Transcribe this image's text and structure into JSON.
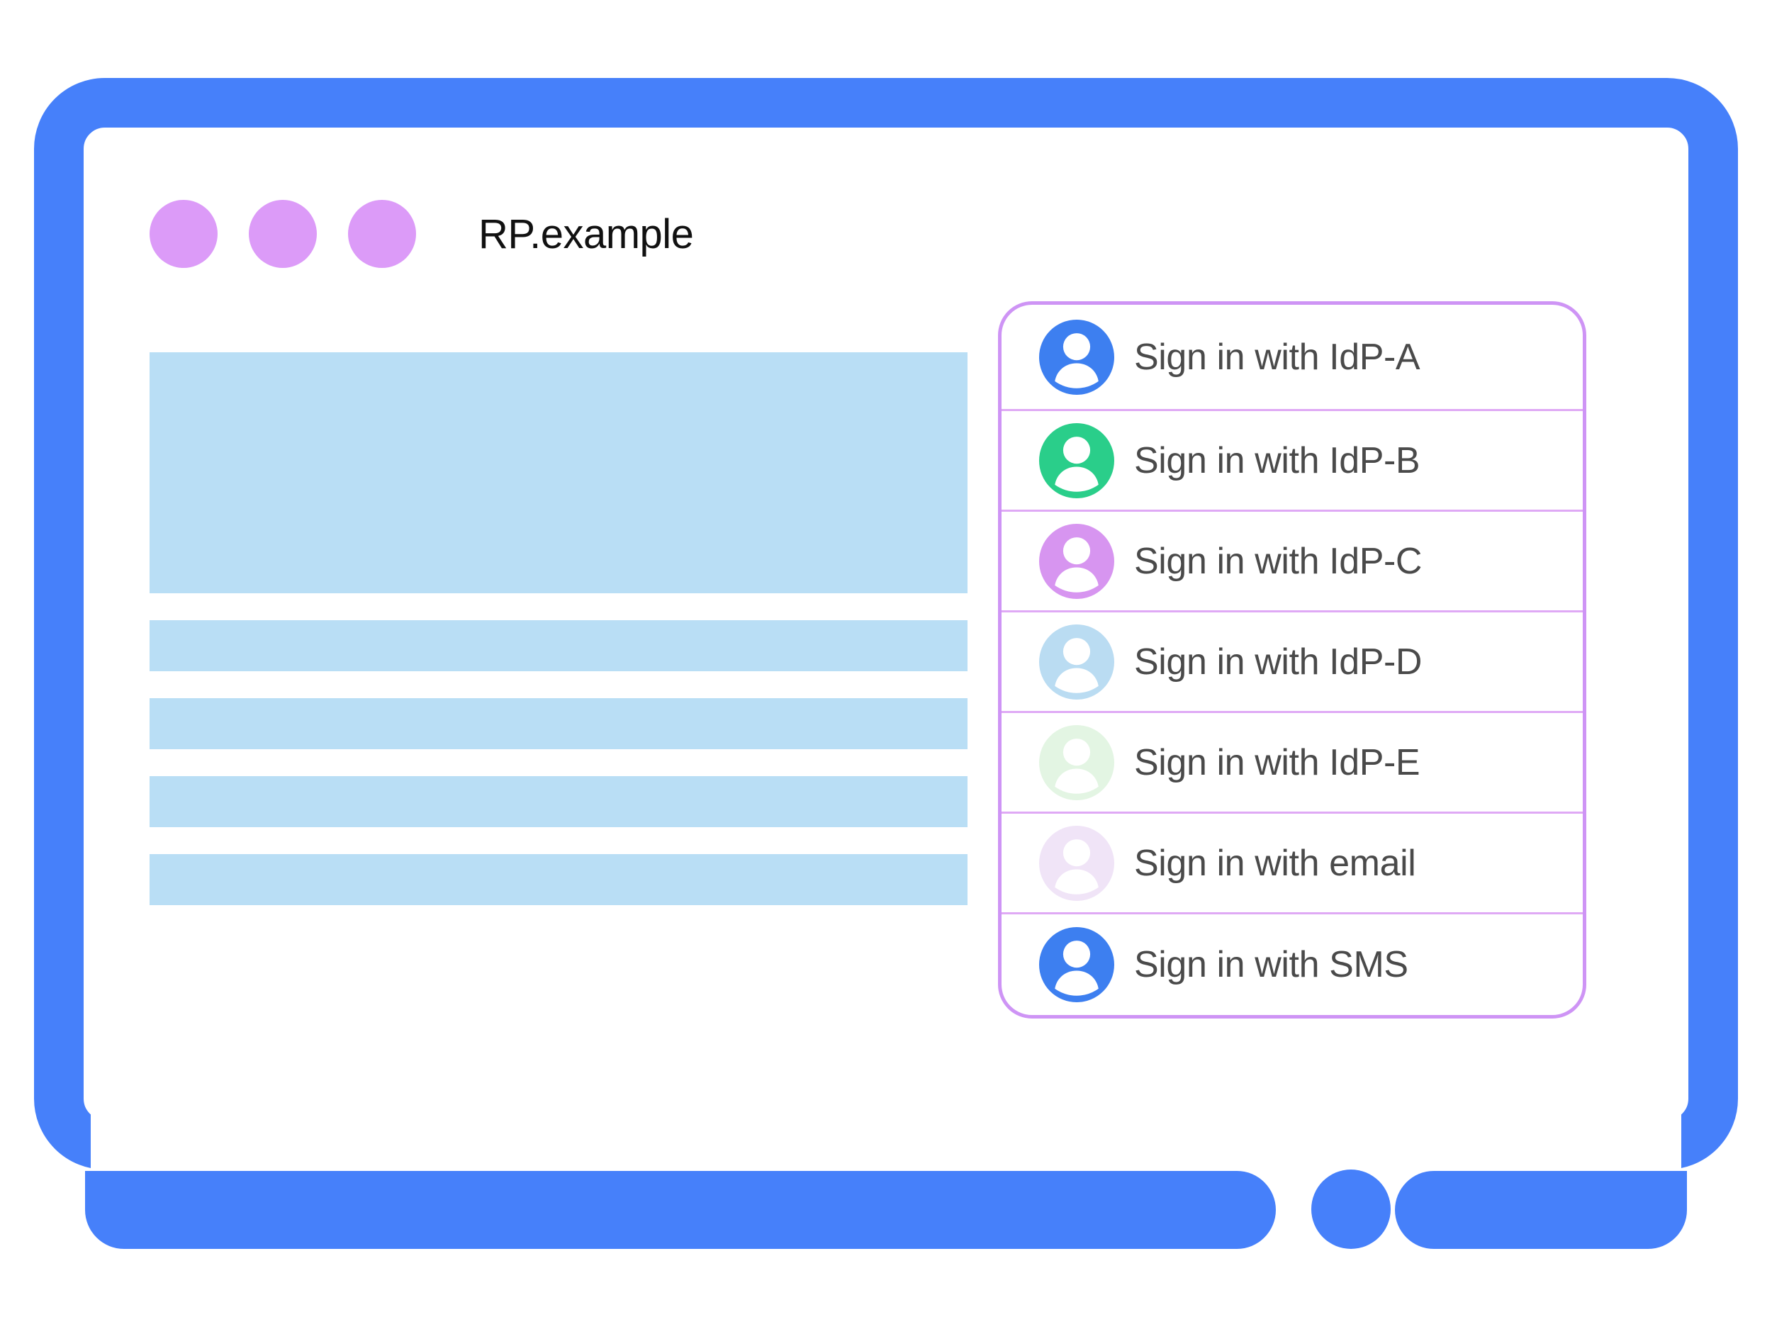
{
  "browser": {
    "window_title": "RP.example",
    "traffic_dots": [
      "dot-1",
      "dot-2",
      "dot-3"
    ],
    "dot_color": "#DC9BF8"
  },
  "device": {
    "bezel_color": "#4680FA",
    "home_button_icon": "home-button"
  },
  "content_placeholders": [
    {
      "name": "hero-block",
      "kind": "hero"
    },
    {
      "name": "text-line-1",
      "kind": "line"
    },
    {
      "name": "text-line-2",
      "kind": "line"
    },
    {
      "name": "text-line-3",
      "kind": "line"
    },
    {
      "name": "text-line-4",
      "kind": "line"
    }
  ],
  "content_placeholder_color": "#B9DEF5",
  "signin_panel": {
    "border_color": "#CE94F5",
    "divider_color": "#DFA9F5",
    "label_color": "#4A4A4A",
    "items": [
      {
        "label": "Sign in with IdP-A",
        "icon": "account-avatar-icon",
        "avatar_color": "#3D7FF0"
      },
      {
        "label": "Sign in with IdP-B",
        "icon": "account-avatar-icon",
        "avatar_color": "#2ACE8A"
      },
      {
        "label": "Sign in with IdP-C",
        "icon": "account-avatar-icon",
        "avatar_color": "#D795F0"
      },
      {
        "label": "Sign in with IdP-D",
        "icon": "account-avatar-icon",
        "avatar_color": "#BADCF2"
      },
      {
        "label": "Sign in with IdP-E",
        "icon": "account-avatar-icon",
        "avatar_color": "#E3F5E3"
      },
      {
        "label": "Sign in with email",
        "icon": "account-avatar-icon",
        "avatar_color": "#F0E4F7"
      },
      {
        "label": "Sign in with SMS",
        "icon": "account-avatar-icon",
        "avatar_color": "#3D7FF0"
      }
    ]
  }
}
